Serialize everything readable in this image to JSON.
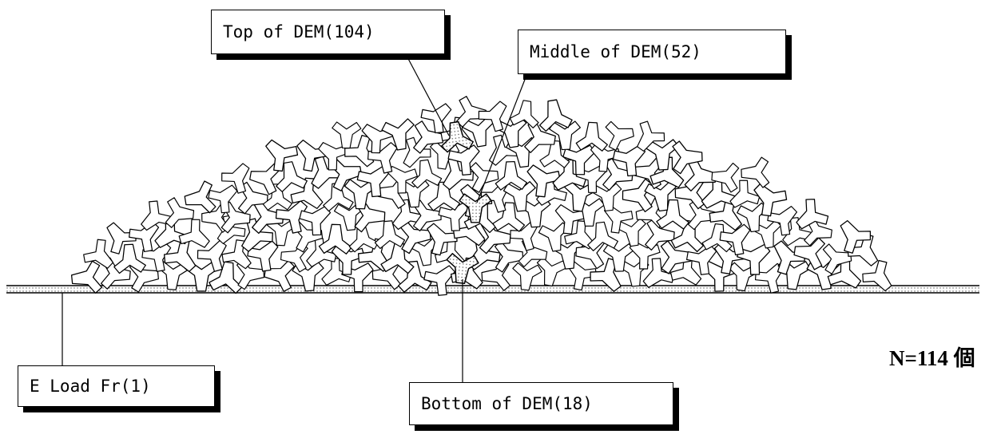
{
  "labels": {
    "top": "Top of DEM(104)",
    "middle": "Middle of DEM(52)",
    "load": "E Load Fr(1)",
    "bottom": "Bottom of DEM(18)"
  },
  "count_text": "N=114 個",
  "colors": {
    "ink": "#000000",
    "fill": "#ffffff",
    "highlight_dots": "#555555"
  }
}
